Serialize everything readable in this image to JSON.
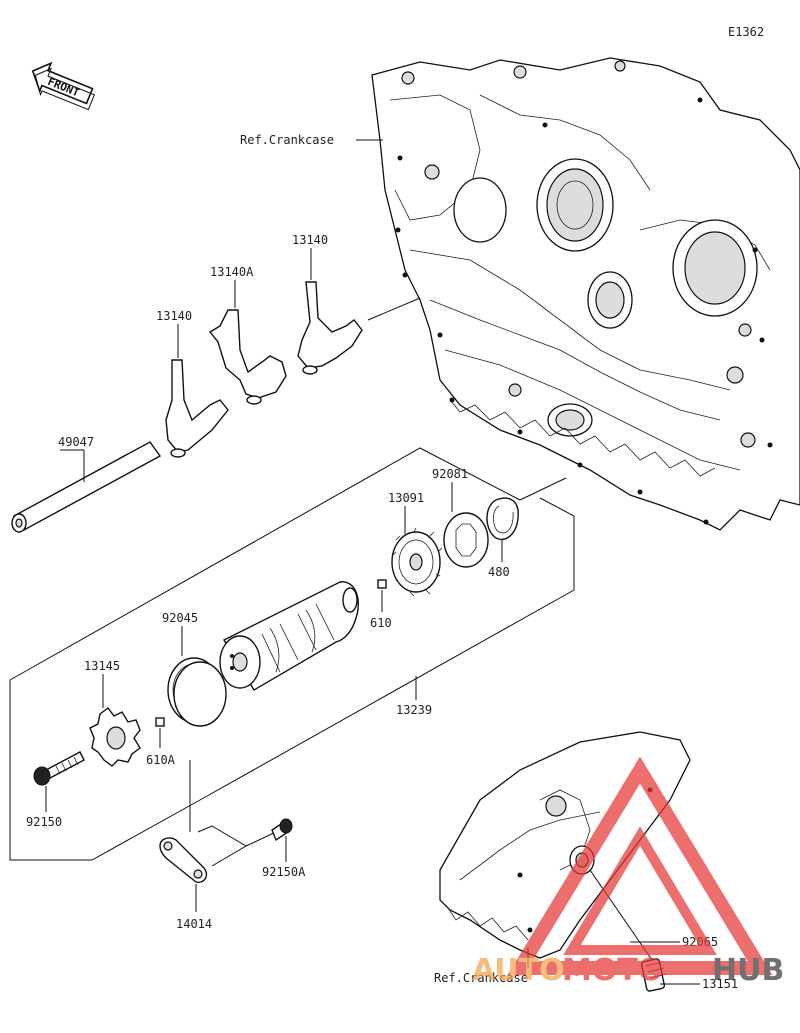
{
  "diagram": {
    "code": "E1362",
    "front_label": "FRONT",
    "ref_crankcase_top": "Ref.Crankcase",
    "ref_crankcase_bottom": "Ref.Crankcase",
    "parts": {
      "p13140_left": "13140",
      "p13140a": "13140A",
      "p13140_right": "13140",
      "p49047": "49047",
      "p92081": "92081",
      "p13091": "13091",
      "p480": "480",
      "p610": "610",
      "p92045": "92045",
      "p13145": "13145",
      "p610a": "610A",
      "p13239": "13239",
      "p92150": "92150",
      "p92150a": "92150A",
      "p14014": "14014",
      "p92065": "92065",
      "p13151": "13151"
    }
  },
  "watermark": {
    "part1": "AUTO",
    "part2": "MOTO",
    "part3": "HUB",
    "color_orange": "#f4a24a",
    "color_red": "#e53935",
    "color_dark": "#3a3a3a"
  }
}
